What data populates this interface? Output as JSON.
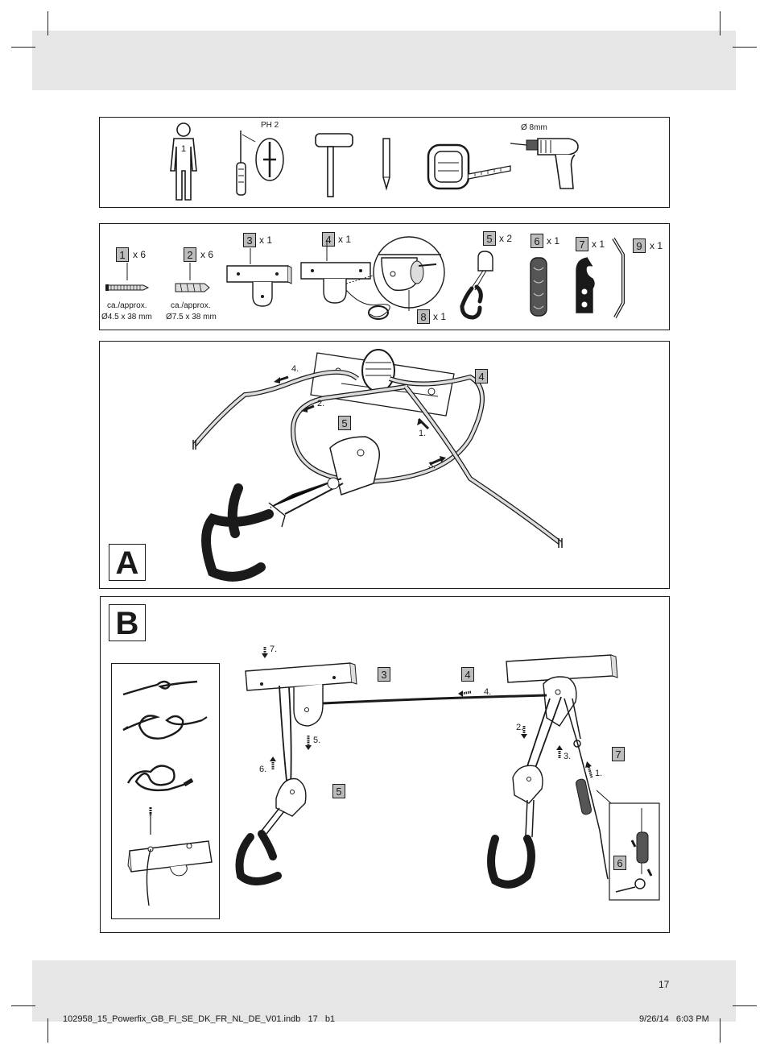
{
  "tools": {
    "persons": "1",
    "screwdriver": "PH 2",
    "drill": "Ø 8mm"
  },
  "parts": [
    {
      "num": "1",
      "qty": "x 6",
      "desc1": "ca./approx.",
      "desc2": "Ø4.5 x 38 mm"
    },
    {
      "num": "2",
      "qty": "x 6",
      "desc1": "ca./approx.",
      "desc2": "Ø7.5 x 38 mm"
    },
    {
      "num": "3",
      "qty": "x 1"
    },
    {
      "num": "4",
      "qty": "x 1"
    },
    {
      "num": "8",
      "qty": "x 1"
    },
    {
      "num": "5",
      "qty": "x 2"
    },
    {
      "num": "6",
      "qty": "x 1"
    },
    {
      "num": "7",
      "qty": "x 1"
    },
    {
      "num": "9",
      "qty": "x 1"
    }
  ],
  "figA": {
    "letter": "A",
    "label4": "4",
    "label5": "5",
    "steps": [
      "1.",
      "2.",
      "3.",
      "4."
    ]
  },
  "figB": {
    "letter": "B",
    "label3": "3",
    "label4": "4",
    "label5": "5",
    "label6": "6",
    "label7": "7",
    "steps": [
      "1.",
      "2.",
      "3.",
      "4.",
      "5.",
      "6.",
      "7."
    ]
  },
  "footer": {
    "page": "17",
    "file": "102958_15_Powerfix_GB_FI_SE_DK_FR_NL_DE_V01.indb   17   b1",
    "date": "9/26/14   6:03 PM"
  }
}
